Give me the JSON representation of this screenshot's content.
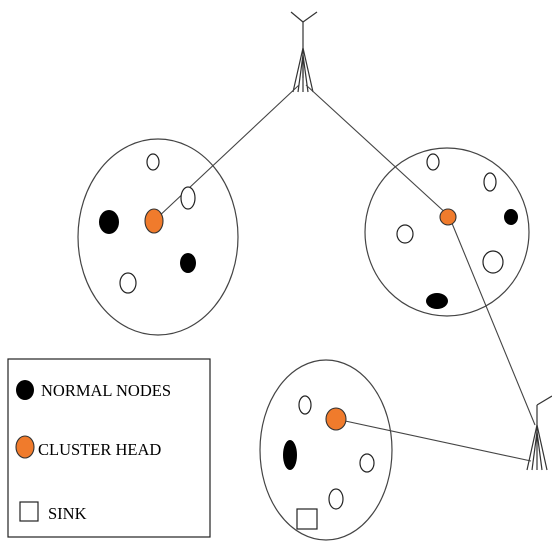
{
  "legend": {
    "normal_nodes": "NORMAL NODES",
    "cluster_head": "CLUSTER HEAD",
    "sink": "SINK"
  },
  "colors": {
    "cluster_head": "#f07b2c",
    "normal_node": "#000000",
    "line": "#333333"
  },
  "icons": [
    "antenna-tower-icon",
    "antenna-tower-icon"
  ]
}
